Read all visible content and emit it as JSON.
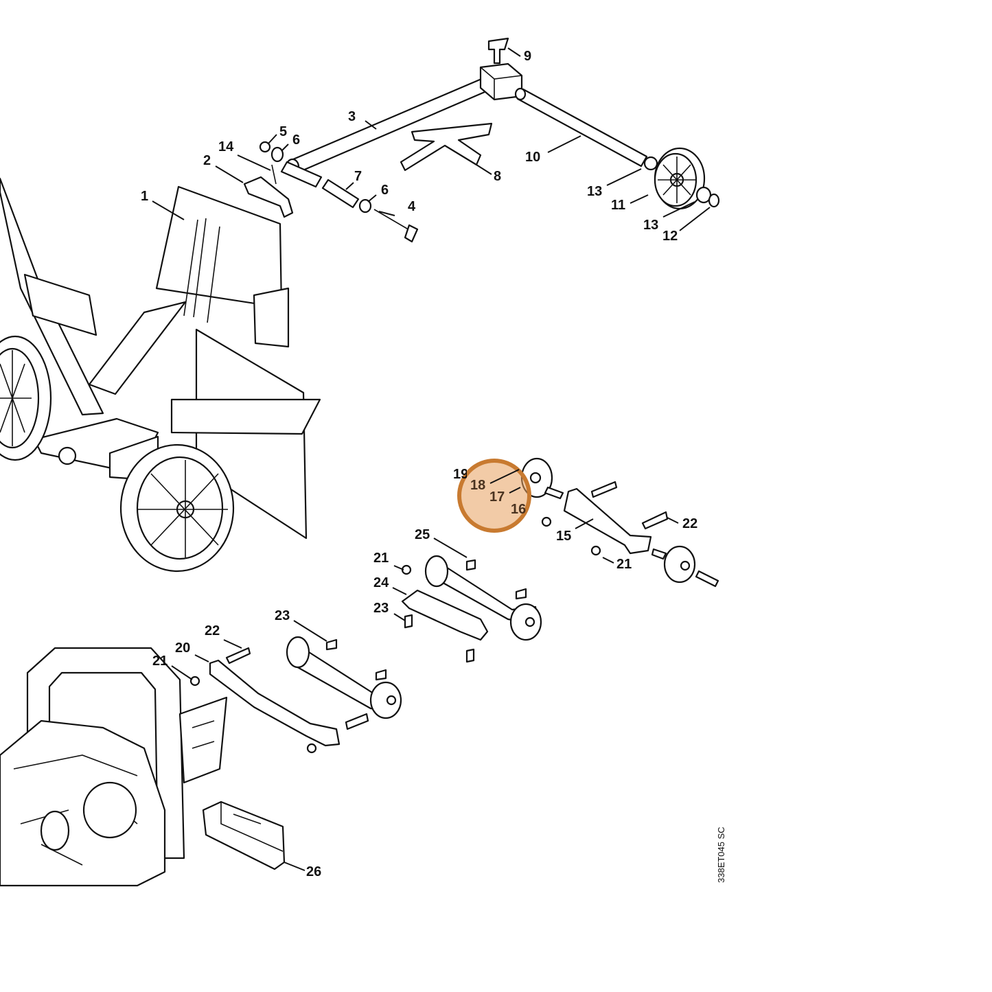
{
  "diagram": {
    "drawing_code": "338ET045 SC",
    "highlight_color": "#e8a05f",
    "highlight_stroke": "#c87a30",
    "callouts": [
      "1",
      "2",
      "3",
      "4",
      "5",
      "6",
      "6",
      "7",
      "8",
      "9",
      "10",
      "11",
      "12",
      "13",
      "13",
      "14",
      "15",
      "16",
      "17",
      "18",
      "19",
      "20",
      "21",
      "21",
      "21",
      "22",
      "22",
      "23",
      "23",
      "24",
      "25",
      "26"
    ]
  }
}
